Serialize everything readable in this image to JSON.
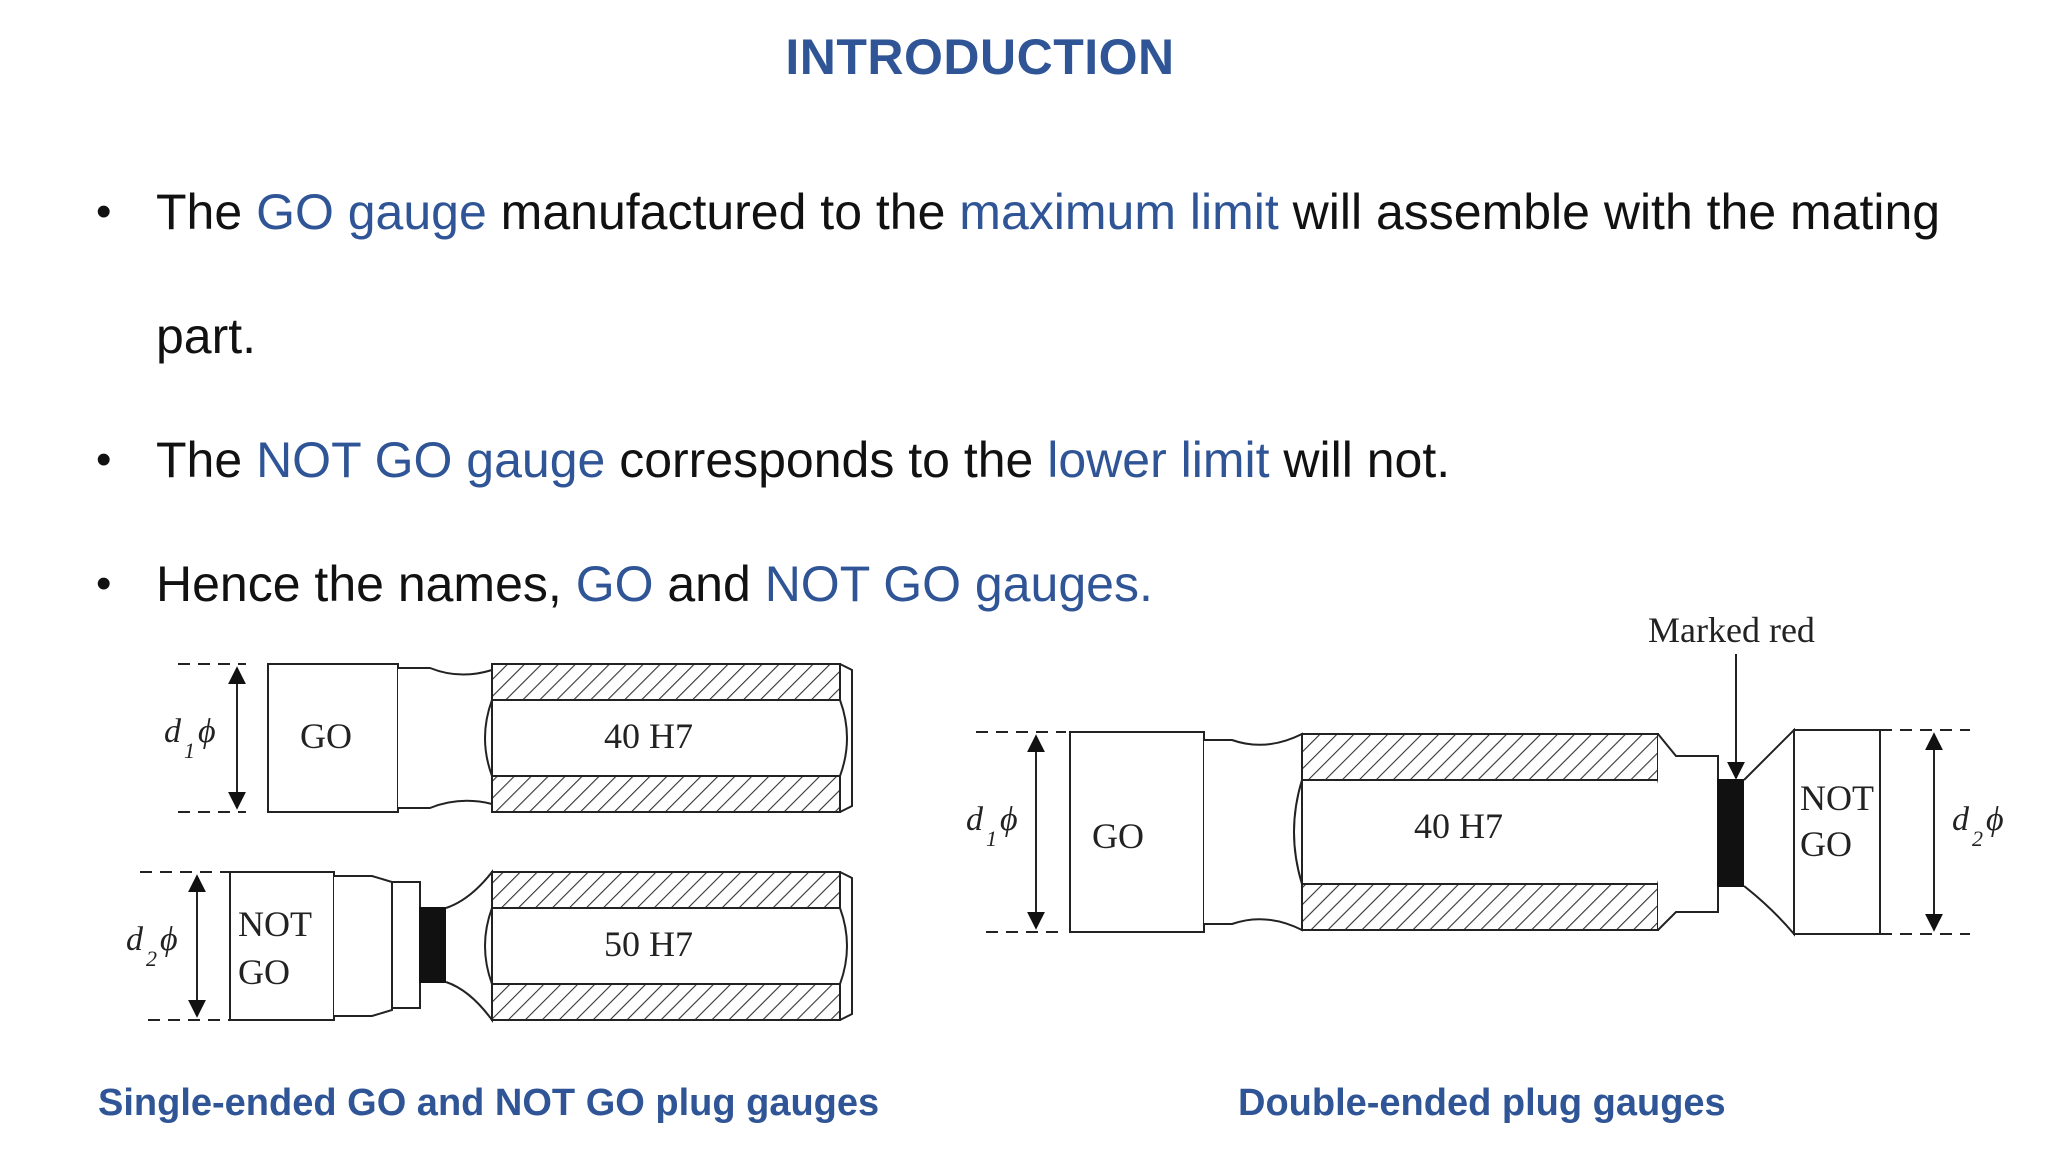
{
  "title": "INTRODUCTION",
  "bullets": [
    {
      "line1": [
        {
          "t": "The ",
          "hl": false
        },
        {
          "t": "GO gauge",
          "hl": true
        },
        {
          "t": " manufactured to the ",
          "hl": false
        },
        {
          "t": "maximum limit",
          "hl": true
        },
        {
          "t": " will assemble with the mating",
          "hl": false
        }
      ],
      "line2": [
        {
          "t": "part.",
          "hl": false
        }
      ]
    },
    {
      "line1": [
        {
          "t": "The ",
          "hl": false
        },
        {
          "t": "NOT GO gauge",
          "hl": true
        },
        {
          "t": " corresponds to the ",
          "hl": false
        },
        {
          "t": "lower limit",
          "hl": true
        },
        {
          "t": " will not.",
          "hl": false
        }
      ]
    },
    {
      "line1": [
        {
          "t": "Hence the names, ",
          "hl": false
        },
        {
          "t": "GO",
          "hl": true
        },
        {
          "t": " and ",
          "hl": false
        },
        {
          "t": "NOT GO gauges.",
          "hl": true
        }
      ]
    }
  ],
  "bullet_symbol": "•",
  "diagram_left": {
    "go_label": "GO",
    "go_handle_label": "40 H7",
    "d1_label": "d",
    "d1_sub": "1",
    "d1_phi": "ϕ",
    "notgo_label_1": "NOT",
    "notgo_label_2": "GO",
    "notgo_handle_label": "50 H7",
    "d2_label": "d",
    "d2_sub": "2",
    "d2_phi": "ϕ"
  },
  "diagram_right": {
    "marked_label": "Marked red",
    "go_label": "GO",
    "handle_label": "40 H7",
    "notgo_label_1": "NOT",
    "notgo_label_2": "GO",
    "d1_label": "d",
    "d1_sub": "1",
    "d1_phi": "ϕ",
    "d2_label": "d",
    "d2_sub": "2",
    "d2_phi": "ϕ"
  },
  "captions": {
    "left": "Single-ended GO and NOT GO plug gauges",
    "right": "Double-ended plug gauges"
  },
  "colors": {
    "accent": "#2f5597",
    "text": "#111111"
  }
}
